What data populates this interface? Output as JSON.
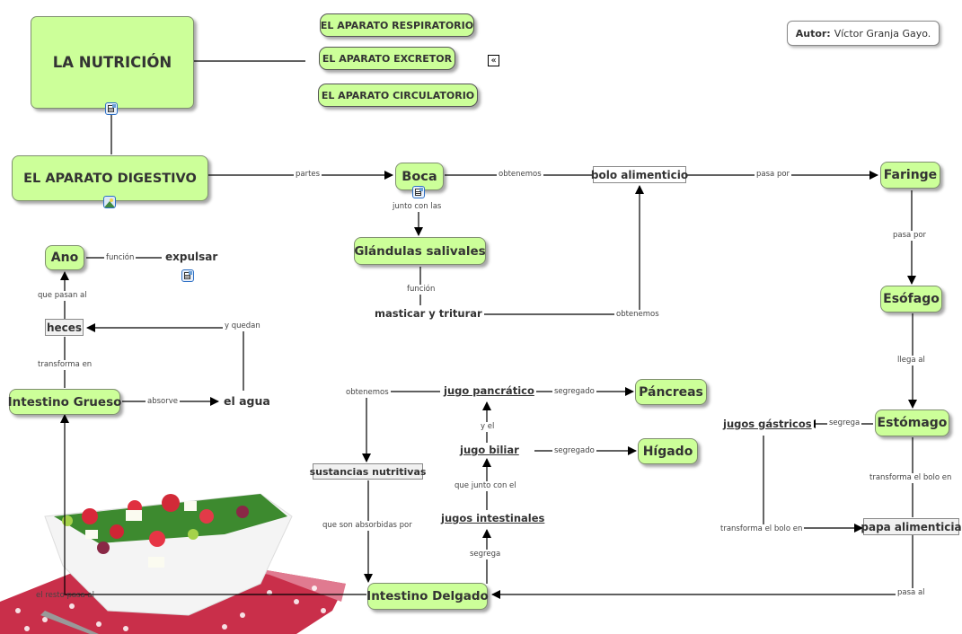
{
  "author": {
    "label": "Autor:",
    "name": "Víctor Granja Gayo."
  },
  "main_title": "LA NUTRICIÓN",
  "other_systems": [
    "EL APARATO RESPIRATORIO",
    "EL APARATO EXCRETOR",
    "EL APARATO CIRCULATORIO"
  ],
  "nodes": {
    "digestivo": "EL APARATO DIGESTIVO",
    "boca": "Boca",
    "glandulas": "Glándulas salivales",
    "masticar": "masticar y triturar",
    "bolo": "bolo alimenticio",
    "faringe": "Faringe",
    "esofago": "Esófago",
    "estomago": "Estómago",
    "jugos_gastricos": "jugos gástricos",
    "papa": "papa alimenticia",
    "intestino_delgado": "Intestino Delgado",
    "jugos_intestinales": "jugos intestinales",
    "jugo_biliar": "jugo biliar",
    "jugo_pancreatico": "jugo pancrático",
    "pancreas": "Páncreas",
    "higado": "Hígado",
    "sustancias": "sustancias nutritivas",
    "intestino_grueso": "Intestino Grueso",
    "agua": "el agua",
    "heces": "heces",
    "ano": "Ano",
    "expulsar": "expulsar"
  },
  "links": {
    "partes": "partes",
    "obtenemos_boca": "obtenemos",
    "junto_con_las": "junto con las",
    "funcion_glandulas": "función",
    "obtenemos_masticar": "obtenemos",
    "pasa_por_bolo": "pasa por",
    "pasa_por_faringe": "pasa por",
    "llega_al": "llega al",
    "segrega_estomago": "segrega",
    "transforma_estomago": "transforma el bolo en",
    "transforma_jugos": "transforma el bolo en",
    "pasa_al": "pasa al",
    "segrega_intestino": "segrega",
    "que_junto_con_el": "que junto con el",
    "y_el": "y el",
    "segregado_biliar": "segregado",
    "segregado_pancreatico": "segregado",
    "obtenemos_pancreatico": "obtenemos",
    "que_son_absorbidas": "que son absorbidas por",
    "el_resto": "el resto pasa al",
    "absorve": "absorve",
    "y_quedan": "y quedan",
    "transforma_en": "transforma en",
    "que_pasan_al": "que pasan al",
    "funcion_ano": "función"
  },
  "icons": {
    "resource": "document-resource-icon",
    "image": "image-resource-icon",
    "collapse": "collapse-double-chevron-icon"
  },
  "colors": {
    "node_fill": "#ccff99",
    "node_border": "#7f8f6f",
    "line": "#000000",
    "icon_blue": "#2d6fc4"
  }
}
